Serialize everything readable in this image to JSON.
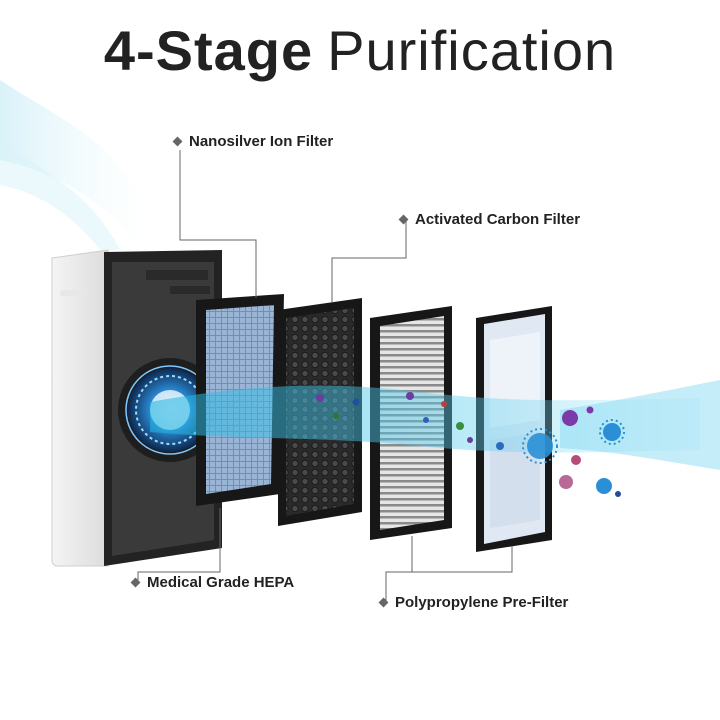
{
  "title": {
    "bold": "4-Stage",
    "light": "Purification"
  },
  "labels": {
    "nanosilver": "Nanosilver Ion Filter",
    "carbon": "Activated Carbon Filter",
    "hepa": "Medical Grade HEPA",
    "prefilter": "Polypropylene Pre-Filter"
  },
  "colors": {
    "text": "#222222",
    "frame": "#1b1b1b",
    "air": "#39c3e8",
    "germ": "#6a3da0"
  }
}
